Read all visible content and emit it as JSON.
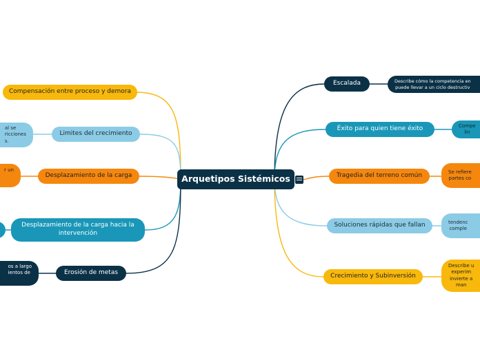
{
  "root": {
    "label": "Arquetipos Sistémicos"
  },
  "colors": {
    "navy": "#0b3147",
    "teal": "#1a97b8",
    "orange": "#f5870f",
    "light_blue": "#8ccbe5",
    "yellow": "#f8b80c"
  },
  "left_branches": [
    {
      "label": "Compensación entre proceso y demora",
      "color": "yellow",
      "note": ""
    },
    {
      "label": "Limites del crecimiento",
      "color": "light_blue",
      "note": "al se\nricciones\ns."
    },
    {
      "label": "Desplazamiento de la carga",
      "color": "orange",
      "note": "r un"
    },
    {
      "label": "Desplazamiento de la carga hacia la intervención",
      "color": "teal",
      "note": ""
    },
    {
      "label": "Erosión de metas",
      "color": "navy",
      "note": "os a largo\nientos de"
    }
  ],
  "right_branches": [
    {
      "label": "Escalada",
      "color": "navy",
      "note": "Describe cómo la competencia en\npuede llevar a un ciclo destructiv"
    },
    {
      "label": "Éxito para quien tiene éxito",
      "color": "teal",
      "note": "Compe\nlin"
    },
    {
      "label": "Tragedia del terreno común",
      "color": "orange",
      "note": "Se refiere\npartes co"
    },
    {
      "label": "Soluciones rápidas que fallan",
      "color": "light_blue",
      "note": "tendenc\ncomple"
    },
    {
      "label": "Crecimiento y Subinversión",
      "color": "yellow",
      "note": "Describe u\nexperim\ninvierte a\nman"
    }
  ],
  "icons": {
    "root_note": "notes-icon"
  }
}
